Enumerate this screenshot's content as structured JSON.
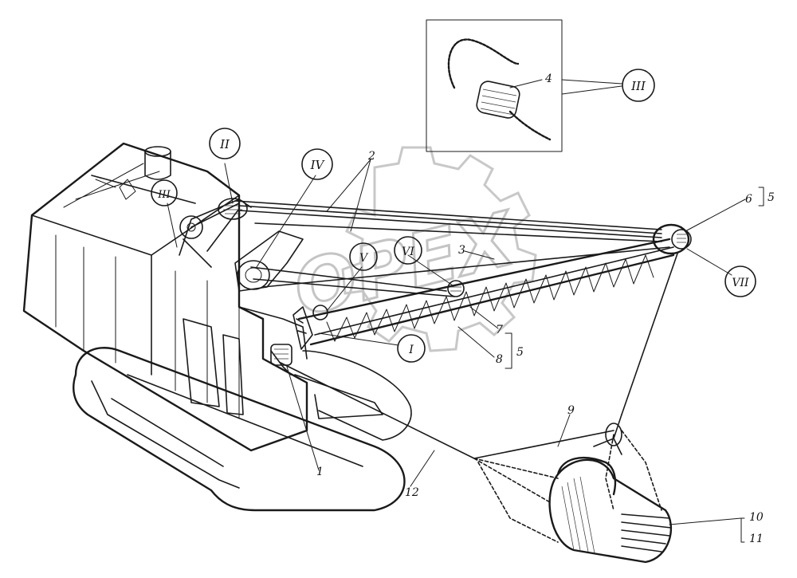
{
  "watermark": {
    "text": "OPEX"
  },
  "callouts": {
    "n1": "1",
    "n2": "2",
    "n3": "3",
    "n4": "4",
    "n5a": "5",
    "n5b": "5",
    "n6": "6",
    "n7": "7",
    "n8": "8",
    "n9": "9",
    "n10": "10",
    "n11": "11",
    "n12": "12"
  },
  "detail_markers": {
    "I": "I",
    "II": "II",
    "III_top": "III",
    "III_machine": "III",
    "IV": "IV",
    "V": "V",
    "VI": "VI",
    "VII": "VII"
  }
}
